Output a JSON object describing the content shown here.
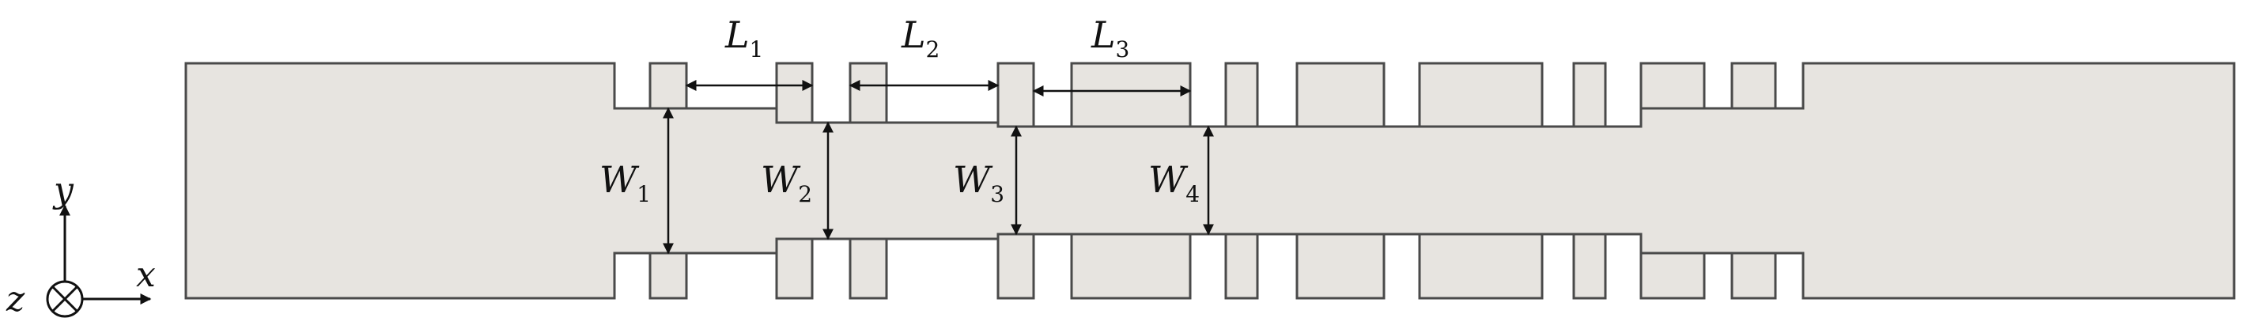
{
  "diagram": {
    "colors": {
      "fill": "#e7e4e0",
      "stroke": "#4a4a4a",
      "dim": "#111111"
    },
    "labels": {
      "L1": {
        "main": "L",
        "sub": "1"
      },
      "L2": {
        "main": "L",
        "sub": "2"
      },
      "L3": {
        "main": "L",
        "sub": "3"
      },
      "W1": {
        "main": "W",
        "sub": "1"
      },
      "W2": {
        "main": "W",
        "sub": "2"
      },
      "W3": {
        "main": "W",
        "sub": "3"
      },
      "W4": {
        "main": "W",
        "sub": "4"
      }
    },
    "axes": {
      "y": "y",
      "x": "x",
      "z": "z"
    }
  }
}
